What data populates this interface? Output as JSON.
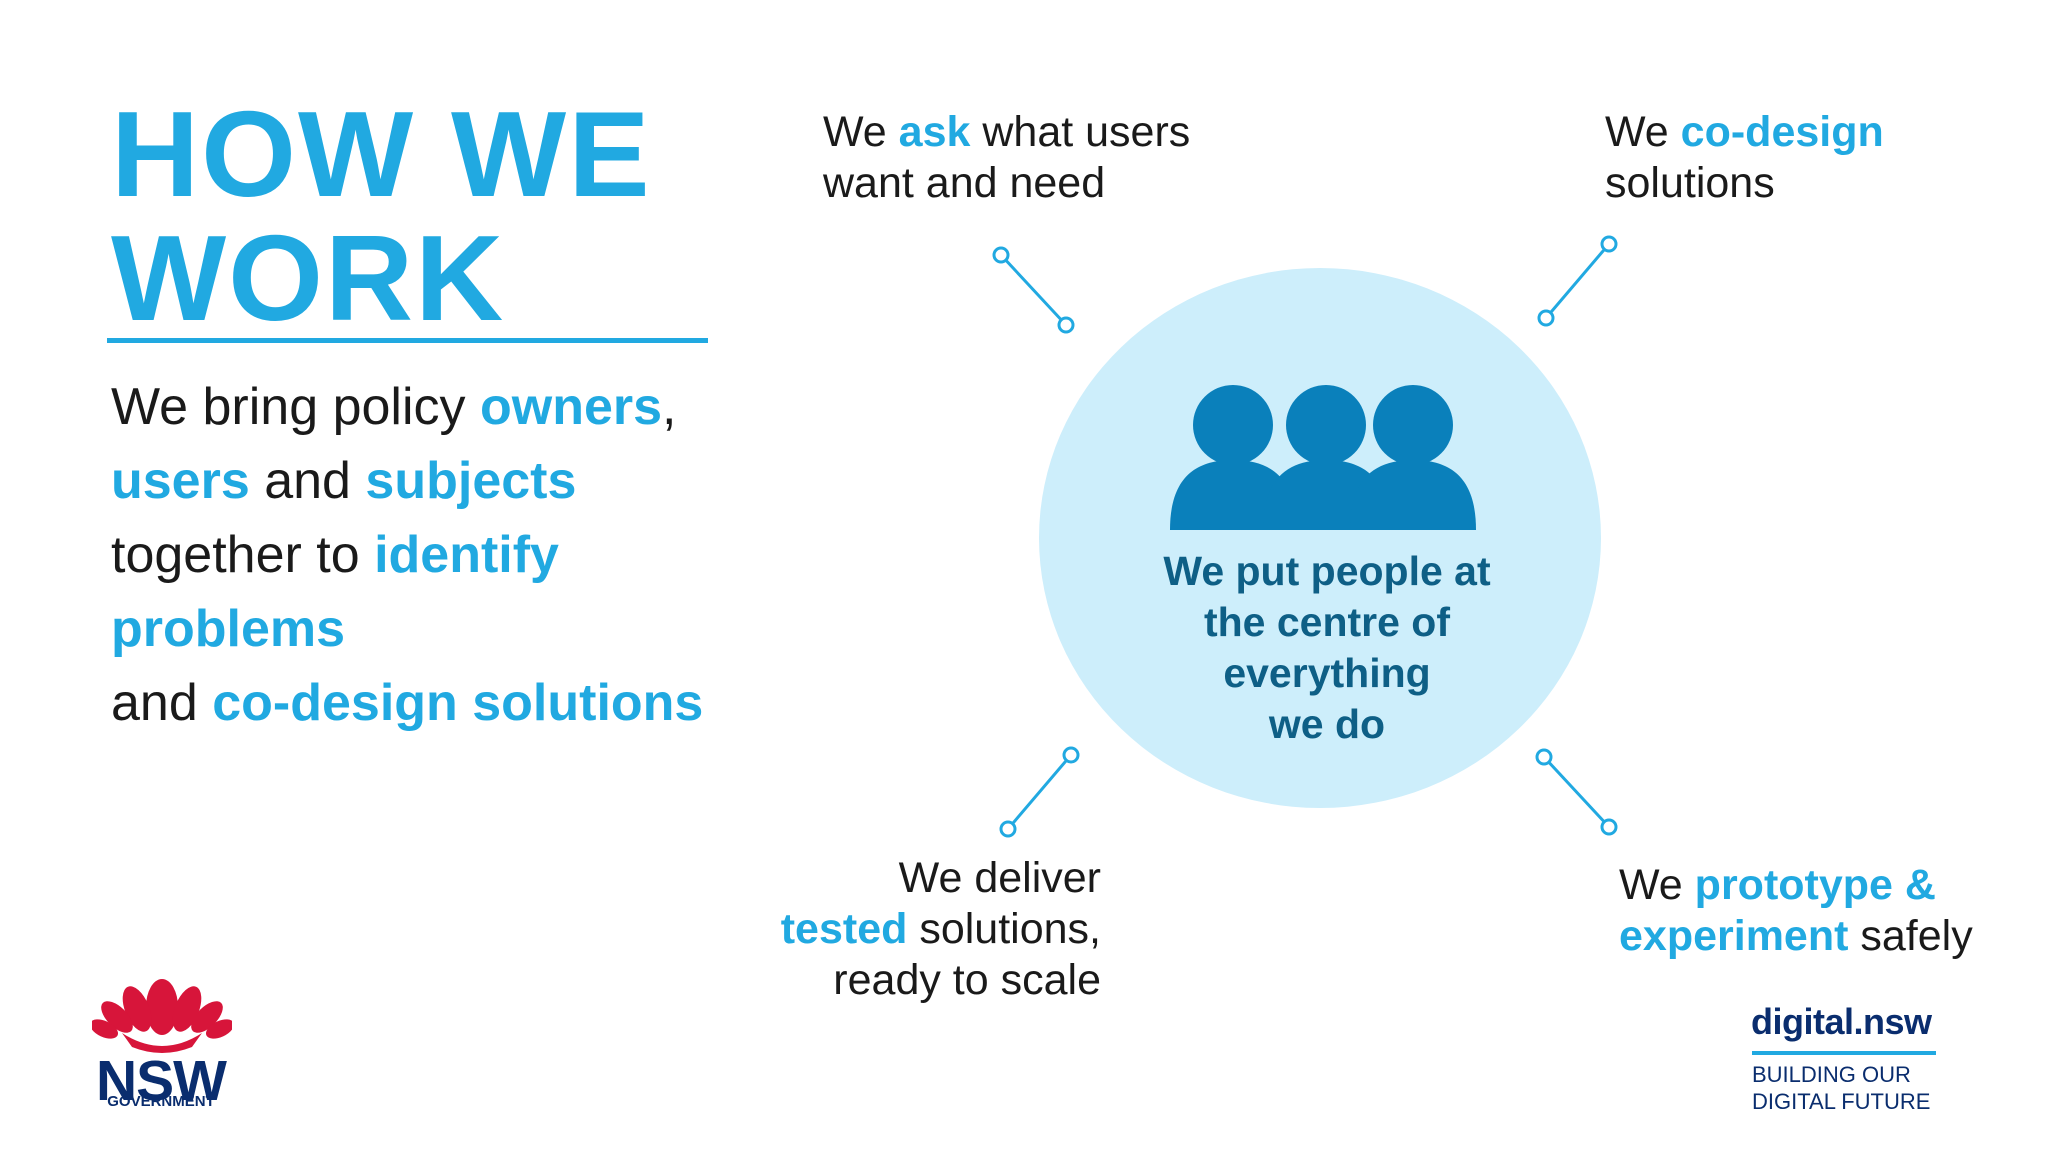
{
  "title": {
    "line1": "HOW WE",
    "line2": "WORK"
  },
  "intro": {
    "p1": "We bring policy ",
    "owners": "owners",
    "p2": ",",
    "users": "users",
    "p3": " and ",
    "subjects": "subjects",
    "p4": "together to ",
    "identify": "identify",
    "problems": "problems",
    "p5": "and ",
    "codesign_solutions": "co-design solutions"
  },
  "statements": {
    "ask": {
      "pre": "We ",
      "highlight": "ask",
      "post": " what users",
      "line2": "want and need"
    },
    "codesign": {
      "pre": "We ",
      "highlight": "co-design",
      "line2": "solutions"
    },
    "deliver": {
      "line1": "We deliver",
      "highlight": "tested",
      "post": " solutions,",
      "line3": "ready to scale"
    },
    "prototype": {
      "pre": "We ",
      "highlight": "prototype &",
      "highlight2": "experiment",
      "post": " safely"
    }
  },
  "center": {
    "line1": "We put people at",
    "line2": "the centre of",
    "line3": "everything",
    "line4": "we do"
  },
  "logos": {
    "nsw": {
      "label": "NSW",
      "sub": "GOVERNMENT"
    },
    "digital_nsw": {
      "title": "digital.nsw",
      "tag_line1": "BUILDING OUR",
      "tag_line2": "DIGITAL FUTURE"
    }
  },
  "colors": {
    "accent": "#21a9e1",
    "circle": "#cdeefb",
    "people": "#0a80bb",
    "center_text": "#0e5f86",
    "nsw_navy": "#0a2d6e",
    "waratah_red": "#d7153a"
  },
  "icons": [
    "people-group-icon",
    "nsw-waratah-logo",
    "digital-nsw-logo"
  ]
}
